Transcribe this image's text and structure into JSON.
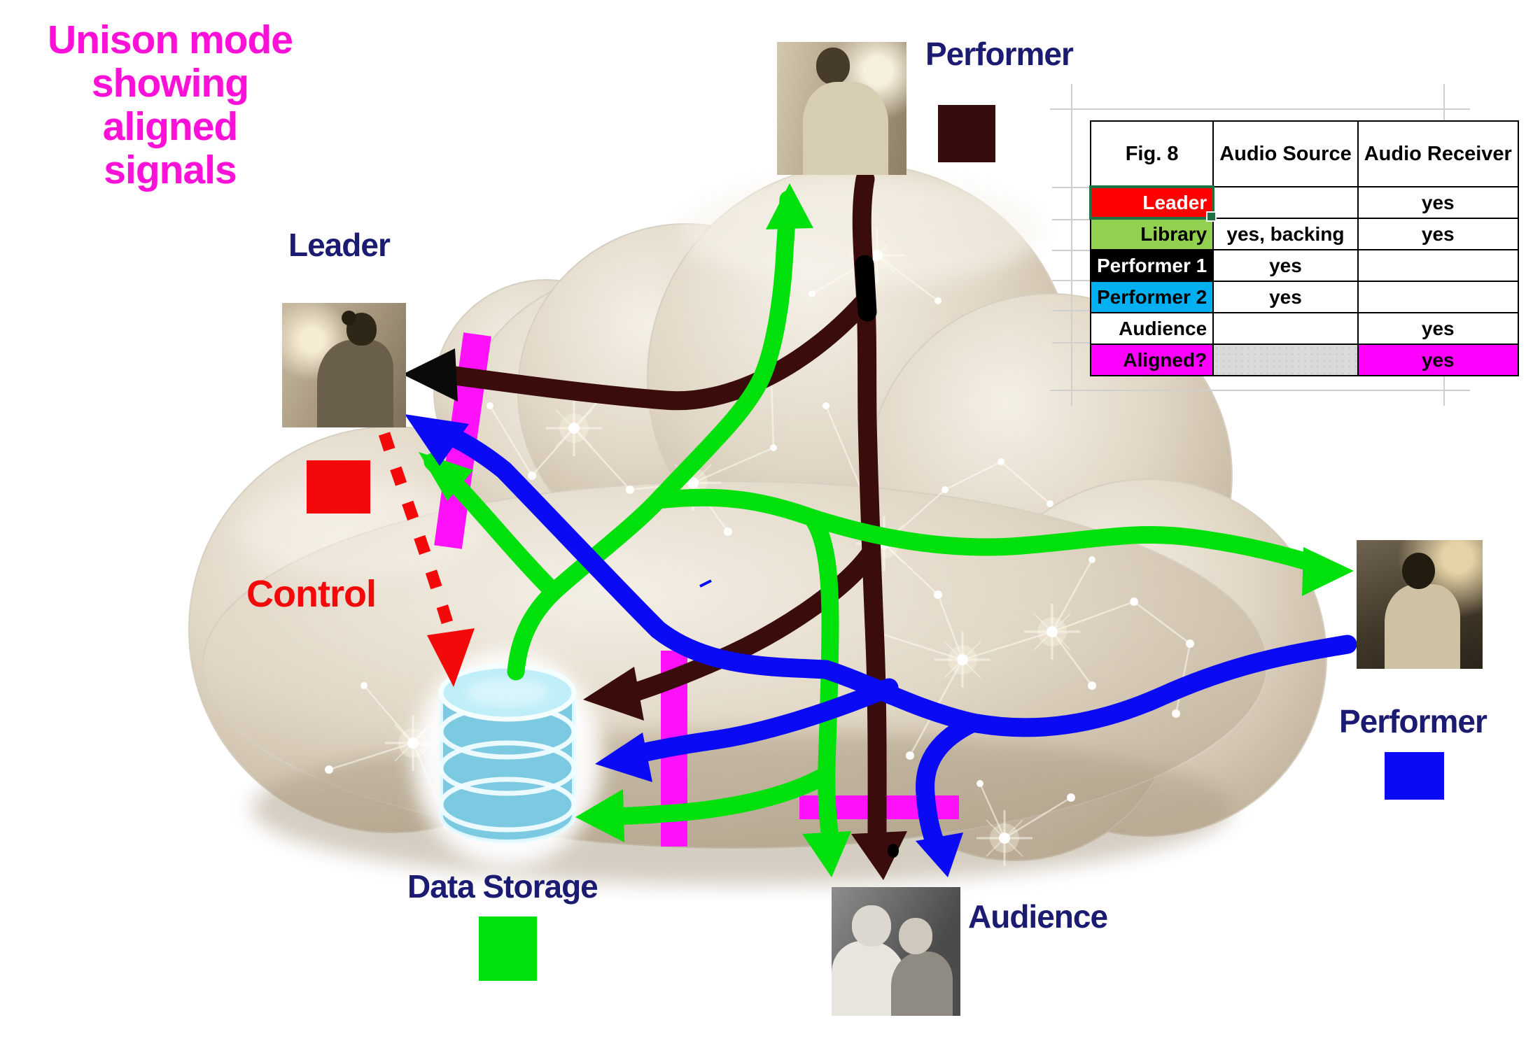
{
  "title": {
    "lines": [
      "Unison mode",
      "showing aligned",
      "signals"
    ]
  },
  "nodes": {
    "performer_top": {
      "label": "Performer"
    },
    "leader": {
      "label": "Leader"
    },
    "performer_right": {
      "label": "Performer"
    },
    "audience": {
      "label": "Audience"
    },
    "data_storage": {
      "label": "Data Storage"
    },
    "control": {
      "label": "Control"
    }
  },
  "table": {
    "title": "Fig. 8",
    "columns": [
      "Audio Source",
      "Audio Receiver"
    ],
    "rows": [
      {
        "label": "Leader",
        "source": "",
        "receiver": "yes",
        "label_bg": "#ff0000",
        "label_color": "#ffffff",
        "selected": true
      },
      {
        "label": "Library",
        "source": "yes, backing",
        "receiver": "yes",
        "label_bg": "#92d050",
        "label_color": "#000000"
      },
      {
        "label": "Performer 1",
        "source": "yes",
        "receiver": "",
        "label_bg": "#000000",
        "label_color": "#ffffff"
      },
      {
        "label": "Performer 2",
        "source": "yes",
        "receiver": "",
        "label_bg": "#00b0f0",
        "label_color": "#000000"
      },
      {
        "label": "Audience",
        "source": "",
        "receiver": "yes",
        "label_bg": "#ffffff",
        "label_color": "#000000"
      },
      {
        "label": "Aligned?",
        "source": "",
        "receiver": "yes",
        "label_bg": "#ff00ff",
        "label_color": "#000000",
        "source_dotted": true,
        "receiver_bg": "#ff00ff"
      }
    ]
  },
  "colors": {
    "green": "#00e10c",
    "blue": "#0a0af5",
    "maroon": "#3a0c0c",
    "red": "#f30909",
    "magenta": "#ff12fa",
    "navy": "#1b1b72",
    "title": "#fb10d8"
  },
  "swatches": {
    "performer_top": "#360c0c",
    "leader": "#f30909",
    "data_storage": "#00e10c",
    "performer_right": "#0a0af5"
  }
}
